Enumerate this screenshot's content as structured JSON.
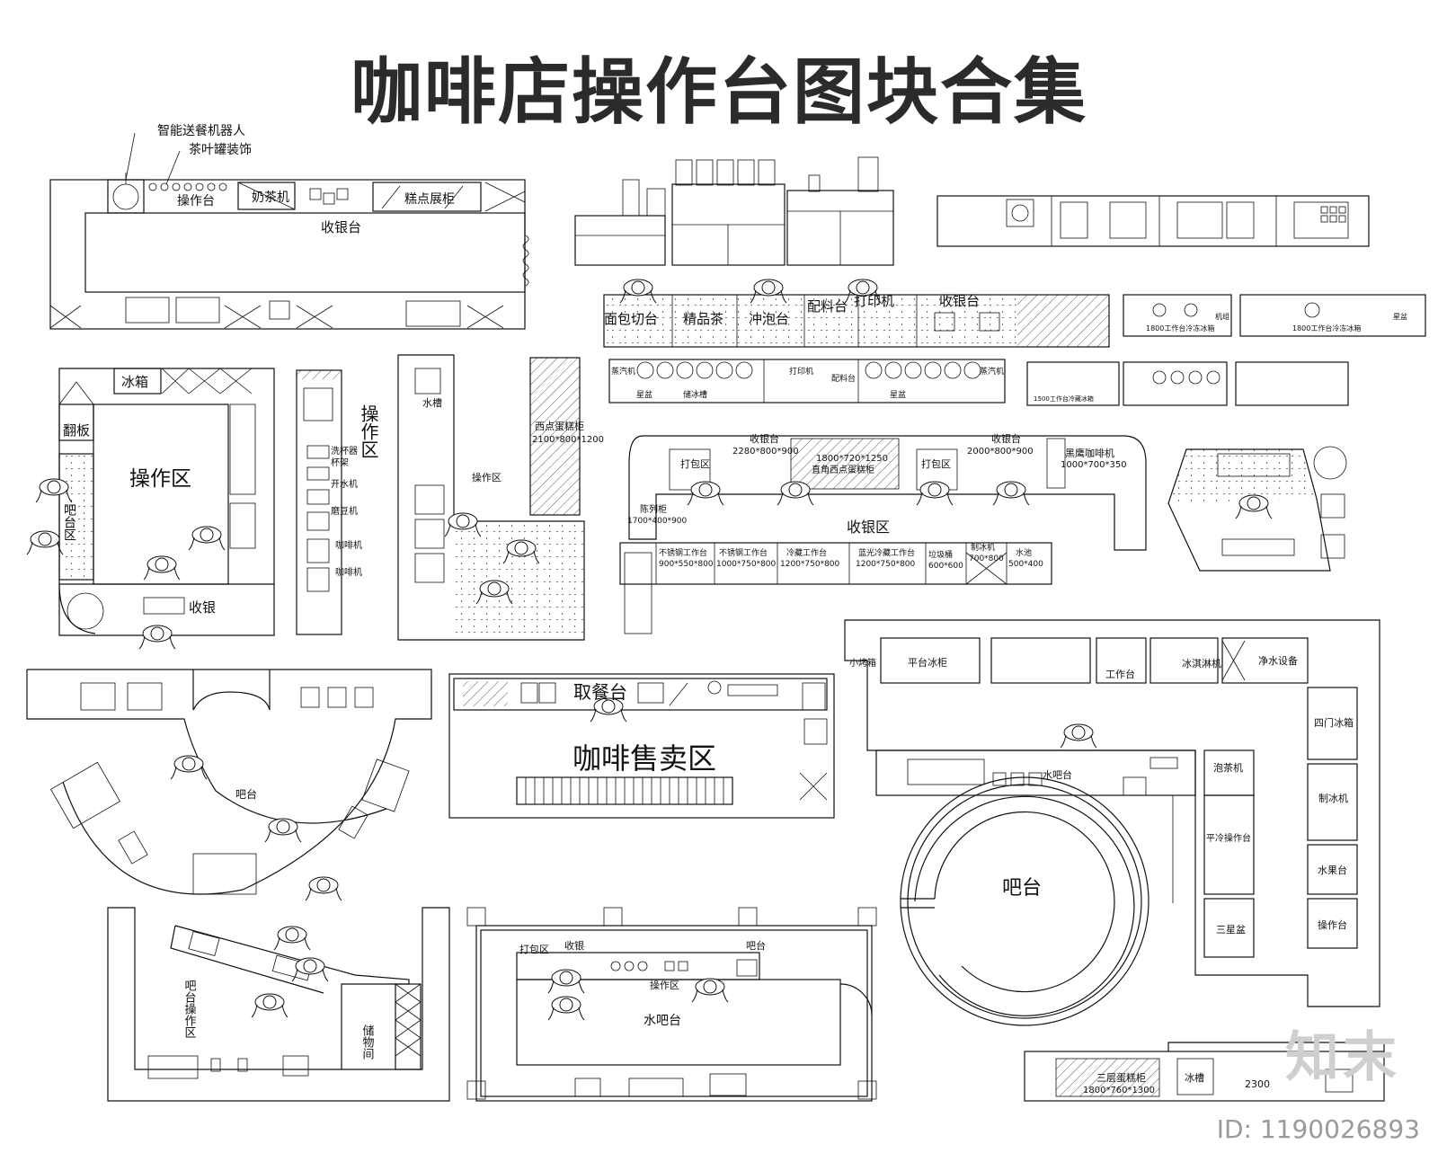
{
  "title": "咖啡店操作台图块合集",
  "watermark": "知末",
  "image_id": "ID: 1190026893",
  "labels": {
    "robot": "智能送餐机器人",
    "tea_cans": "茶叶罐装饰",
    "op_table": "操作台",
    "milk_tea": "奶茶机",
    "cake_cabinet": "糕点展柜",
    "cashier": "收银台",
    "fridge": "冰箱",
    "flip": "翻板",
    "op_zone": "操作区",
    "bar_zone": "吧台区",
    "cash": "收银",
    "cup_washer": "洗杯器",
    "cup_rack": "杯架",
    "water_boiler": "开水机",
    "grinder": "磨豆机",
    "coffee_machine": "咖啡机",
    "sink": "水槽",
    "dessert_cabinet": "西点蛋糕柜",
    "dessert_dim": "2100*800*1200",
    "bread": "面包切台",
    "fine_tea": "精品茶",
    "brew": "冲泡台",
    "ingredient": "配料台",
    "printer": "打印机",
    "star_basin": "星盆",
    "ice_storage": "储冰槽",
    "steam": "蒸汽机",
    "pack": "打包区",
    "cashier_1": "收银台",
    "cashier_1_dim": "2280*800*900",
    "corner_cake": "1800*720*1250",
    "corner_cake_name": "直角西点蛋糕柜",
    "cashier_2": "收银台",
    "cashier_2_dim": "2000*800*900",
    "coffee_big": "黑鹰咖啡机",
    "coffee_big_dim": "1000*700*350",
    "display": "陈列柜",
    "display_dim": "1700*400*900",
    "cash_zone": "收银区",
    "ss_table_1": "不锈钢工作台",
    "ss_table_1_dim": "900*550*800",
    "ss_table_2": "不锈钢工作台",
    "ss_table_2_dim": "1000*750*800",
    "cold_table": "冷藏工作台",
    "cold_table_dim": "1200*750*800",
    "blue_table": "蓝光冷藏工作台",
    "blue_table_dim": "1200*750*800",
    "trash": "垃圾桶",
    "trash_dim": "600*600",
    "ice_maker": "制冰机",
    "ice_maker_dim": "700*800",
    "water_pool": "水池",
    "water_pool_dim": "500*400",
    "bar": "吧台",
    "pickup": "取餐台",
    "coffee_sale": "咖啡售卖区",
    "small_oven": "小烤箱",
    "flat_fridge": "平台冰柜",
    "work_table": "工作台",
    "ice_cream": "冰淇淋机",
    "purifier": "净水设备",
    "four_door": "四门冰箱",
    "tea_brewer": "泡茶机",
    "ice_machine": "制冰机",
    "flat_cold": "平冷操作台",
    "fruit_table": "水果台",
    "three_star": "三星盆",
    "op_table2": "操作台",
    "water_bar": "水吧台",
    "bar_big": "吧台",
    "bar_op": "吧台操作区",
    "storage": "储物间",
    "pack2": "打包区",
    "cash2": "收银",
    "bar2": "吧台",
    "op_zone2": "操作区",
    "water_bar2": "水吧台",
    "three_cake": "三层蛋糕柜",
    "three_cake_dim": "1800*760*1300",
    "ice_sink": "冰槽",
    "fridge_1800": "1800工作台冷冻冰箱",
    "fridge_1800b": "1800工作台冷冻冰箱",
    "fridge_1500": "1500工作台冷藏冰箱",
    "sink_machine": "机组",
    "star": "星盆",
    "cash_dim": "2300"
  },
  "colors": {
    "line": "#111111",
    "title": "#2b2b2b",
    "watermark": "#cfcfcf",
    "id": "#9a9a9a"
  }
}
